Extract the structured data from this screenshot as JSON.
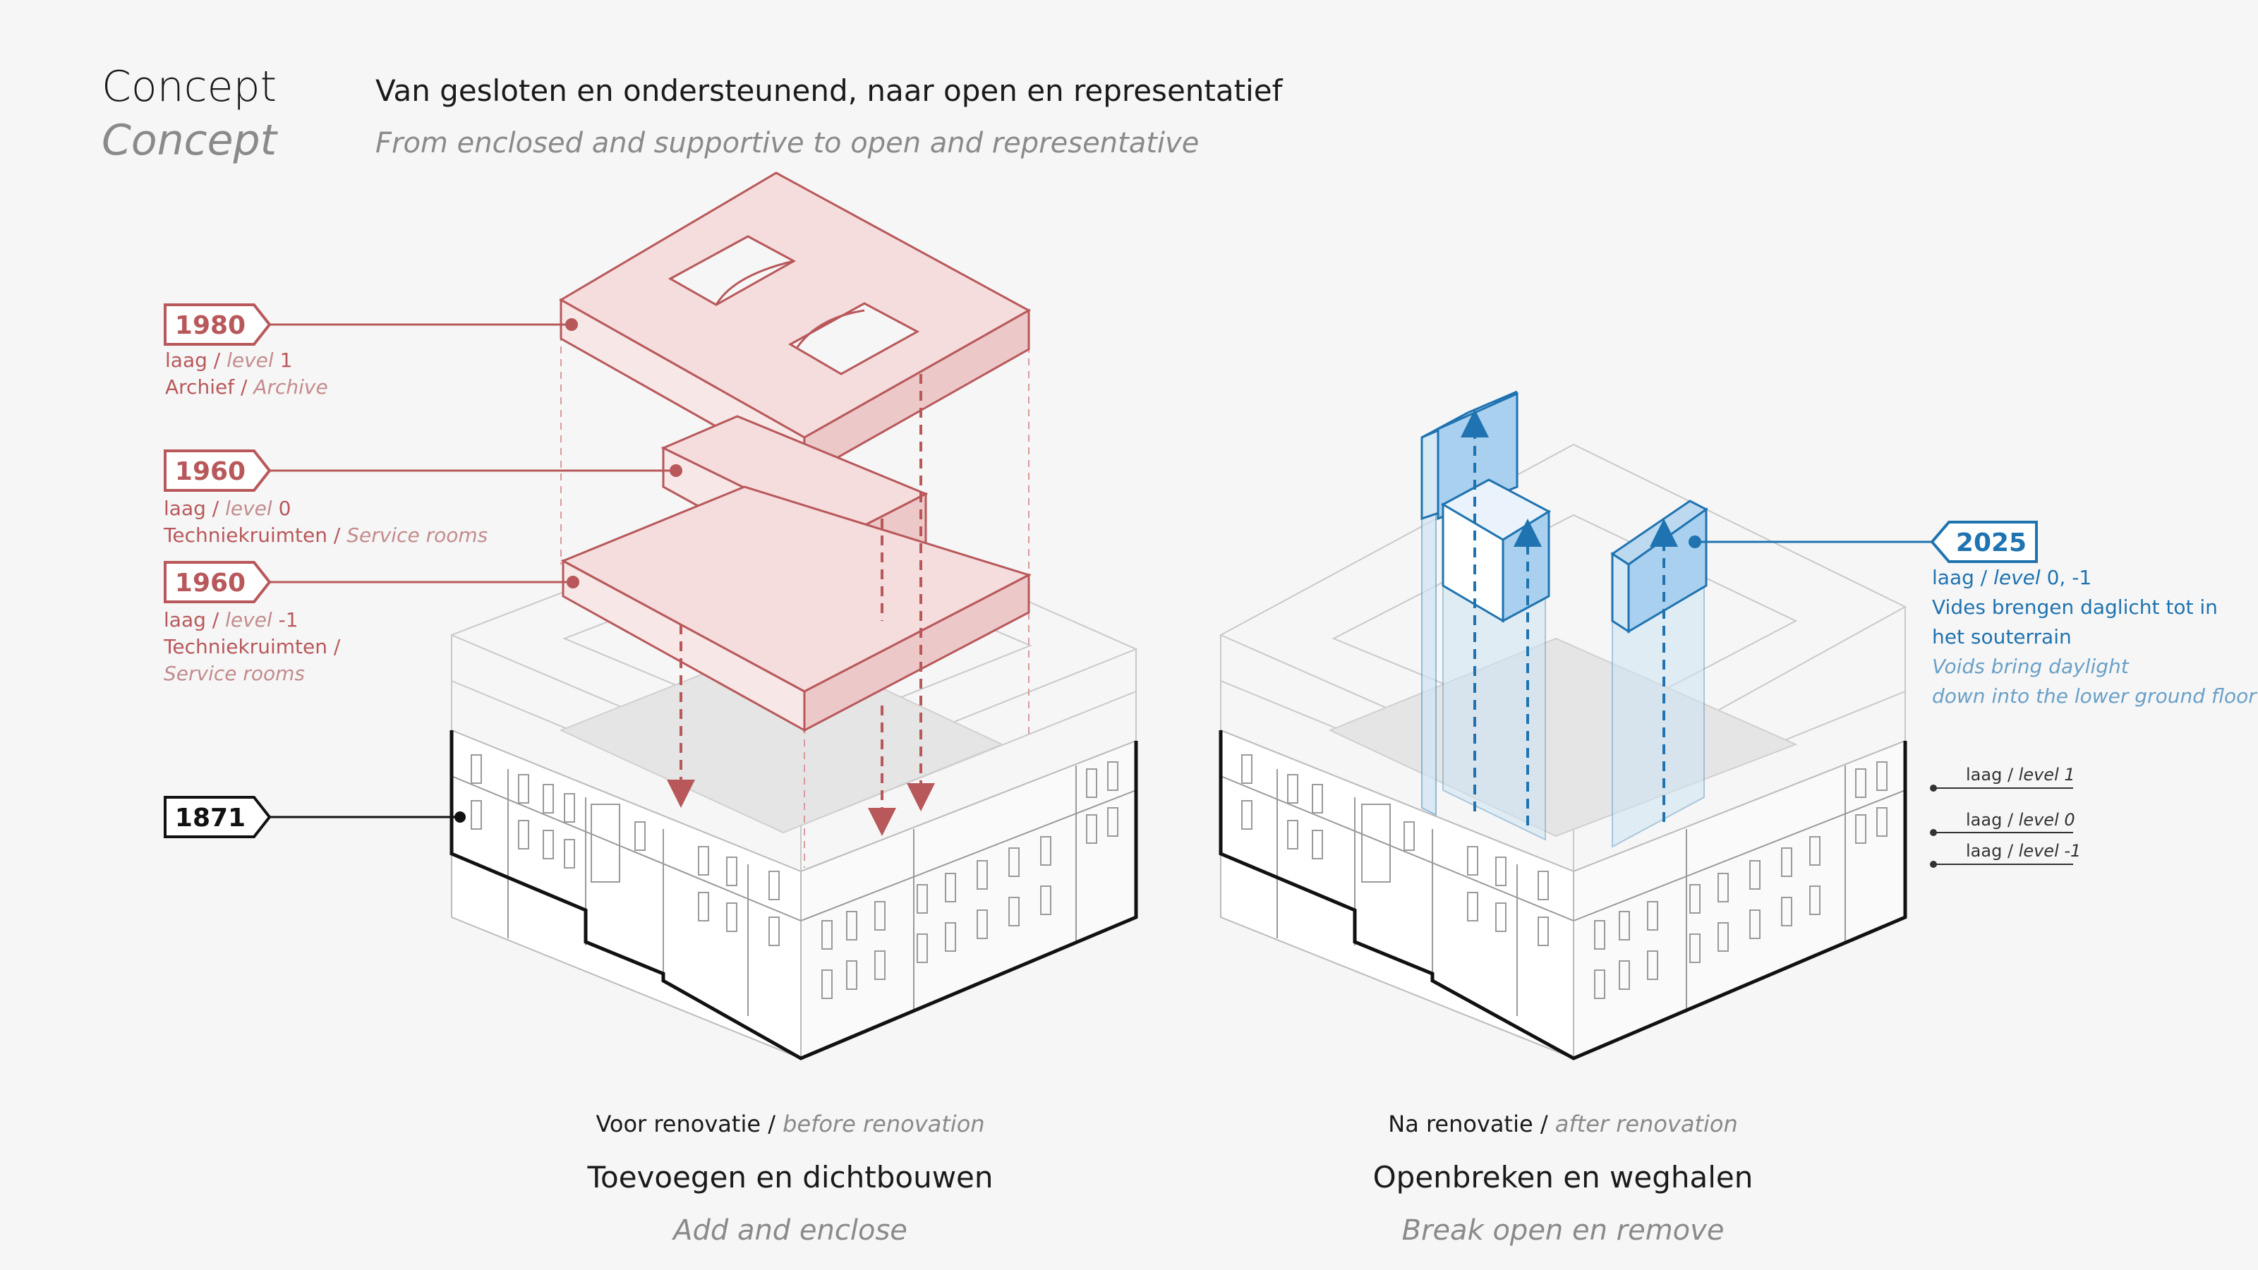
{
  "header": {
    "title_nl": "Concept",
    "title_en": "Concept",
    "subtitle_nl": "Van gesloten en ondersteunend, naar open en representatief",
    "subtitle_en": "From enclosed and supportive to open and representative"
  },
  "tags": {
    "t1980": "1980",
    "t1960a": "1960",
    "t1960b": "1960",
    "t1871": "1871",
    "t2025": "2025"
  },
  "labels": {
    "l1980": {
      "laag": "laag",
      "slash": " / ",
      "level": "level",
      "num": " 1",
      "nl": "Archief",
      "en": "Archive"
    },
    "l1960a": {
      "laag": "laag",
      "slash": " / ",
      "level": "level",
      "num": " 0",
      "nl": "Techniekruimten",
      "en": "Service rooms"
    },
    "l1960b": {
      "laag": "laag",
      "slash": " / ",
      "level": "level",
      "num": " -1",
      "nl": "Techniekruimten /",
      "en": "Service rooms"
    },
    "l2025": {
      "laag": "laag",
      "slash": " / ",
      "level": "level",
      "num": " 0,  -1",
      "nl1": "Vides brengen daglicht tot in",
      "nl2": "het souterrain",
      "en1": "Voids bring daylight",
      "en2": "down into the lower ground floor"
    }
  },
  "levels": {
    "l1": {
      "laag": "laag",
      "sep": " / ",
      "level": "level 1"
    },
    "l0": {
      "laag": "laag",
      "sep": " / ",
      "level": "level 0"
    },
    "lm1": {
      "laag": "laag",
      "sep": " / ",
      "level": "level -1"
    }
  },
  "captions": {
    "before": {
      "label_nl": "Voor renovatie",
      "label_en": "before renovation",
      "title": "Toevoegen en dichtbouwen",
      "sub": "Add and enclose"
    },
    "after": {
      "label_nl": "Na renovatie",
      "label_en": "after renovation",
      "title": "Openbreken en weghalen",
      "sub": "Break open en remove"
    }
  },
  "colors": {
    "red": "#b8585a",
    "blue": "#1f73b0",
    "ink": "#1a1a1a",
    "grey": "#8a8a8a"
  }
}
